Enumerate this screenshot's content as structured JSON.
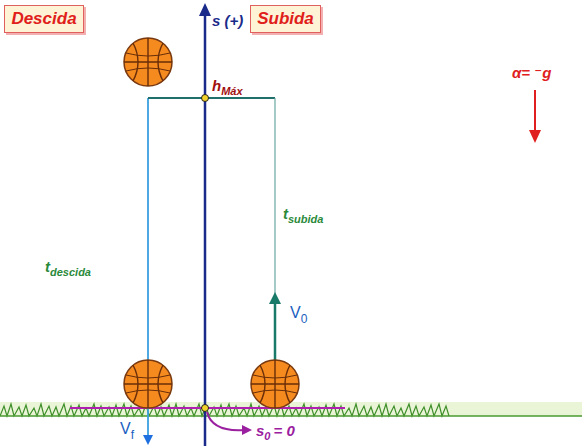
{
  "diagram": {
    "nodes": [
      {
        "text": [
          "Descida"
        ]
      },
      {
        "text": [
          "Subida"
        ]
      }
    ],
    "labels": [
      "s (+)",
      "α= ⁻g",
      "h",
      "Máx",
      "t",
      "subida",
      "t",
      "descida",
      "V",
      "0",
      "V",
      "f",
      "s",
      "0",
      "= 0"
    ]
  }
}
